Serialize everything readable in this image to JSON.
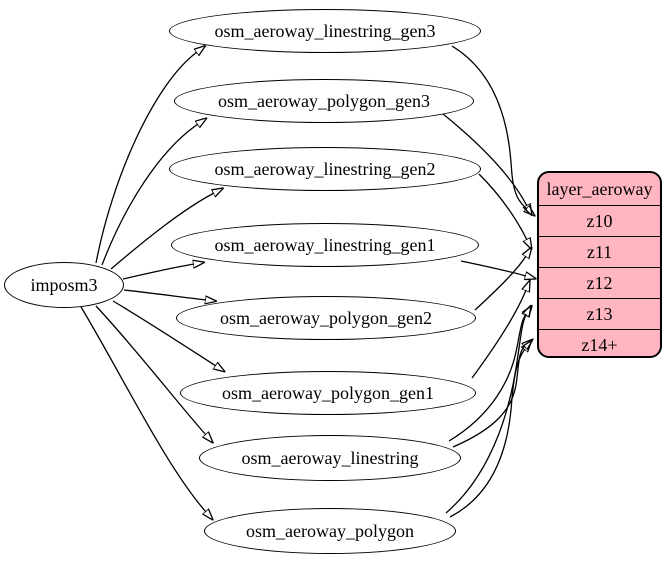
{
  "diagram": {
    "source": {
      "label": "imposm3"
    },
    "tables": [
      {
        "label": "osm_aeroway_linestring_gen3"
      },
      {
        "label": "osm_aeroway_polygon_gen3"
      },
      {
        "label": "osm_aeroway_linestring_gen2"
      },
      {
        "label": "osm_aeroway_linestring_gen1"
      },
      {
        "label": "osm_aeroway_polygon_gen2"
      },
      {
        "label": "osm_aeroway_polygon_gen1"
      },
      {
        "label": "osm_aeroway_linestring"
      },
      {
        "label": "osm_aeroway_polygon"
      }
    ],
    "layer": {
      "title": "layer_aeroway",
      "rows": [
        "z10",
        "z11",
        "z12",
        "z13",
        "z14+"
      ],
      "fill_color": "#ffb6c1",
      "border_color": "#000000"
    },
    "edge_color": "#000000",
    "edges": [
      {
        "from": "imposm3",
        "to": "osm_aeroway_linestring_gen3"
      },
      {
        "from": "imposm3",
        "to": "osm_aeroway_polygon_gen3"
      },
      {
        "from": "imposm3",
        "to": "osm_aeroway_linestring_gen2"
      },
      {
        "from": "imposm3",
        "to": "osm_aeroway_linestring_gen1"
      },
      {
        "from": "imposm3",
        "to": "osm_aeroway_polygon_gen2"
      },
      {
        "from": "imposm3",
        "to": "osm_aeroway_polygon_gen1"
      },
      {
        "from": "imposm3",
        "to": "osm_aeroway_linestring"
      },
      {
        "from": "imposm3",
        "to": "osm_aeroway_polygon"
      },
      {
        "from": "osm_aeroway_linestring_gen3",
        "to": "layer_aeroway:z10"
      },
      {
        "from": "osm_aeroway_polygon_gen3",
        "to": "layer_aeroway:z10"
      },
      {
        "from": "osm_aeroway_linestring_gen2",
        "to": "layer_aeroway:z11"
      },
      {
        "from": "osm_aeroway_polygon_gen2",
        "to": "layer_aeroway:z11"
      },
      {
        "from": "osm_aeroway_linestring_gen1",
        "to": "layer_aeroway:z12"
      },
      {
        "from": "osm_aeroway_polygon_gen1",
        "to": "layer_aeroway:z12"
      },
      {
        "from": "osm_aeroway_linestring",
        "to": "layer_aeroway:z13"
      },
      {
        "from": "osm_aeroway_linestring",
        "to": "layer_aeroway:z14+"
      },
      {
        "from": "osm_aeroway_polygon",
        "to": "layer_aeroway:z13"
      },
      {
        "from": "osm_aeroway_polygon",
        "to": "layer_aeroway:z14+"
      }
    ]
  }
}
